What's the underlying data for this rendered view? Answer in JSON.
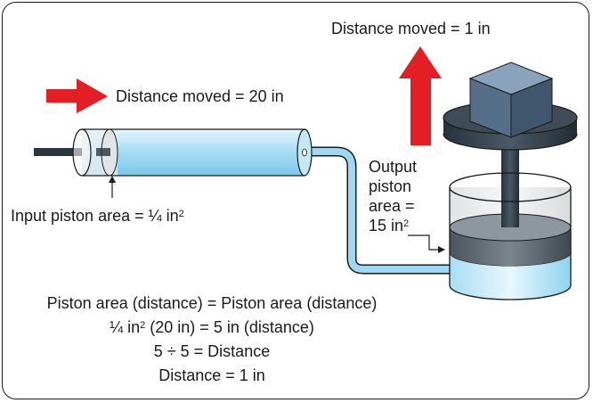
{
  "labels": {
    "top_right_distance": "Distance moved = 1 in",
    "left_distance": "Distance moved = 20 in",
    "input_area": "Input piston area = ¼ in",
    "input_area_sup": "2",
    "output_line1": "Output",
    "output_line2": "piston",
    "output_line3": "area =",
    "output_line4": "15 in",
    "output_line4_sup": "2"
  },
  "equations": {
    "line1": "Piston area (distance) = Piston area (distance)",
    "line2_a": "¼ in",
    "line2_sup": "2",
    "line2_b": " (20 in) = 5 in (distance)",
    "line3": "5 ÷ 5 = Distance",
    "line4": "Distance = 1 in"
  },
  "colors": {
    "arrow_red": "#e31e24",
    "fluid_blue": "#9fd8f2",
    "outline": "#1a1a1a",
    "piston_dark": "#3d4a55",
    "block_blue": "#5d7b99"
  }
}
